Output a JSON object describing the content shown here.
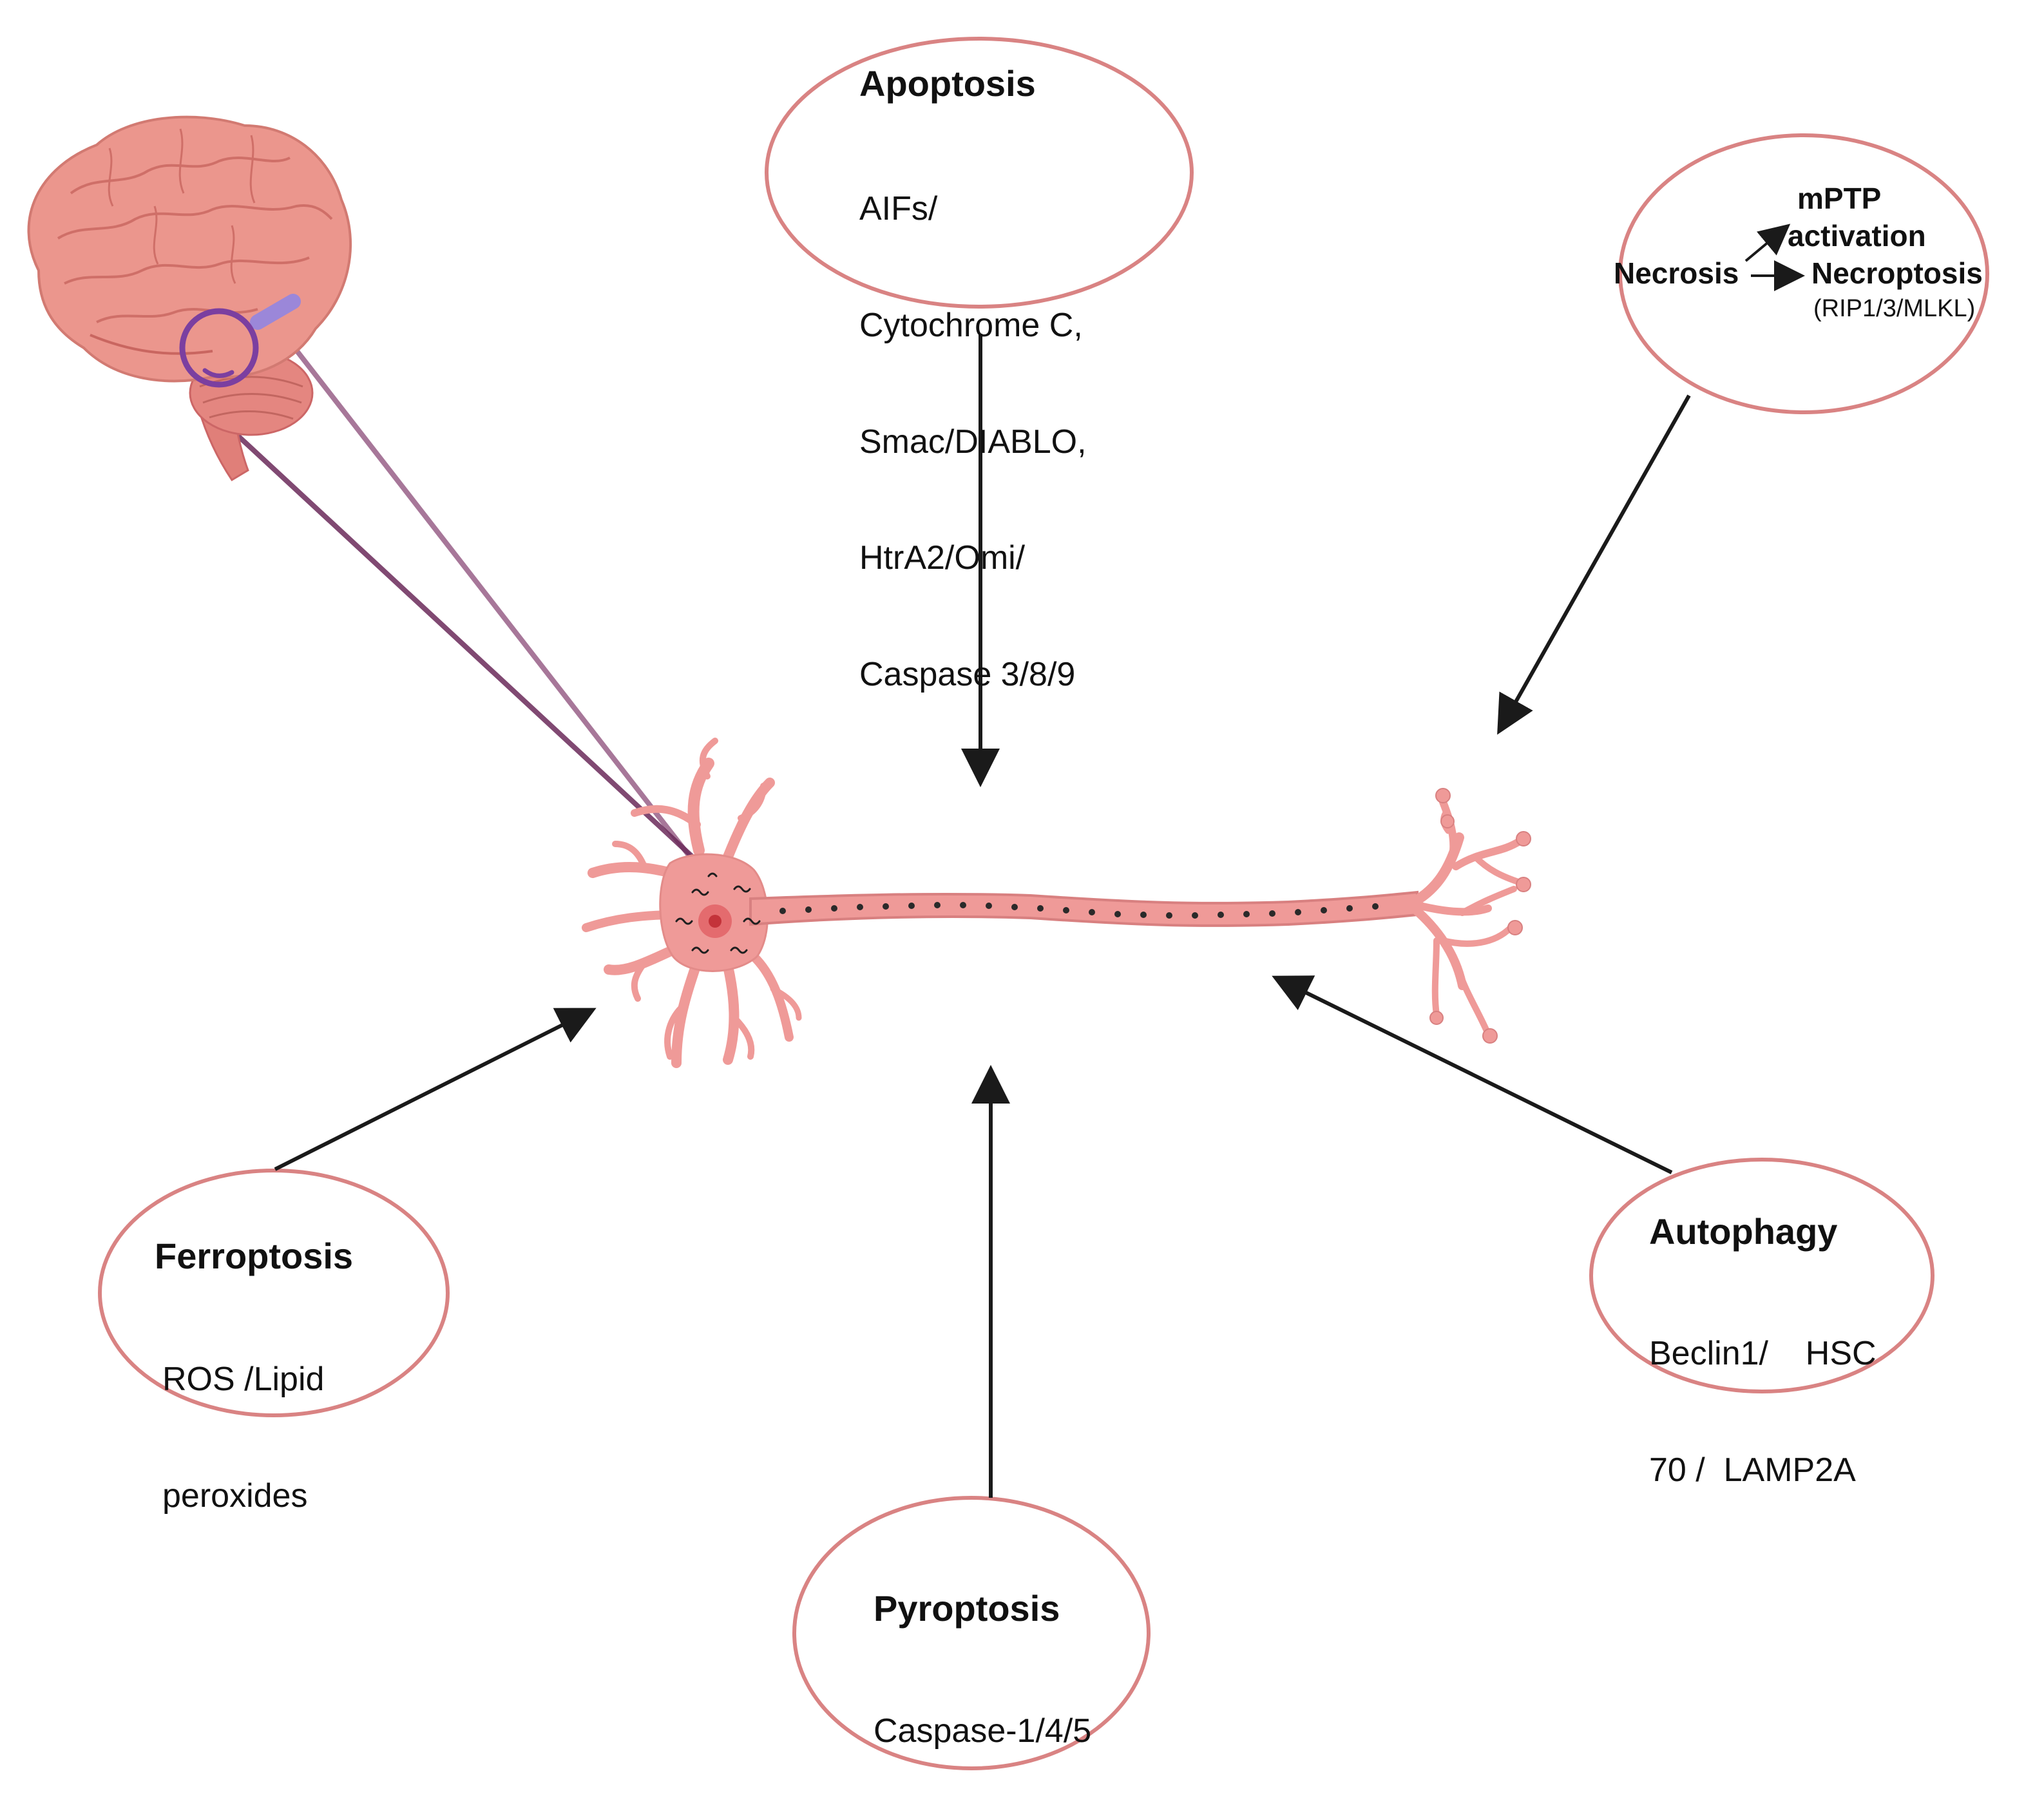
{
  "colors": {
    "ellipse_stroke": "#d98383",
    "neuron_fill": "#ef9a98",
    "neuron_stroke": "#d56e6e",
    "arrow": "#1a1a1a",
    "magnifier": "#7b3fa0",
    "zoom_line": "#7a3a6a",
    "brain_fill": "#e88f86"
  },
  "apoptosis": {
    "title": "Apoptosis",
    "lines": [
      "AIFs/",
      "Cytochrome C,",
      "Smac/DIABLO,",
      "HtrA2/Omi/",
      "Caspase 3/8/9"
    ]
  },
  "necrosis": {
    "necrosis": "Necrosis",
    "mptp": "mPTP",
    "activation": "activation",
    "necroptosis": "Necroptosis",
    "rip": "(RIP1/3/MLKL)"
  },
  "ferroptosis": {
    "title": "Ferroptosis",
    "lines": [
      "ROS /Lipid",
      "peroxides"
    ]
  },
  "pyroptosis": {
    "title": "Pyroptosis",
    "lines": [
      "Caspase-1/4/5"
    ]
  },
  "autophagy": {
    "title": "Autophagy",
    "lines": [
      "Beclin1/    HSC",
      "70 /  LAMP2A"
    ]
  },
  "icons": {
    "brain": "brain-icon",
    "magnifier": "magnifier-icon",
    "neuron": "neuron-icon"
  }
}
